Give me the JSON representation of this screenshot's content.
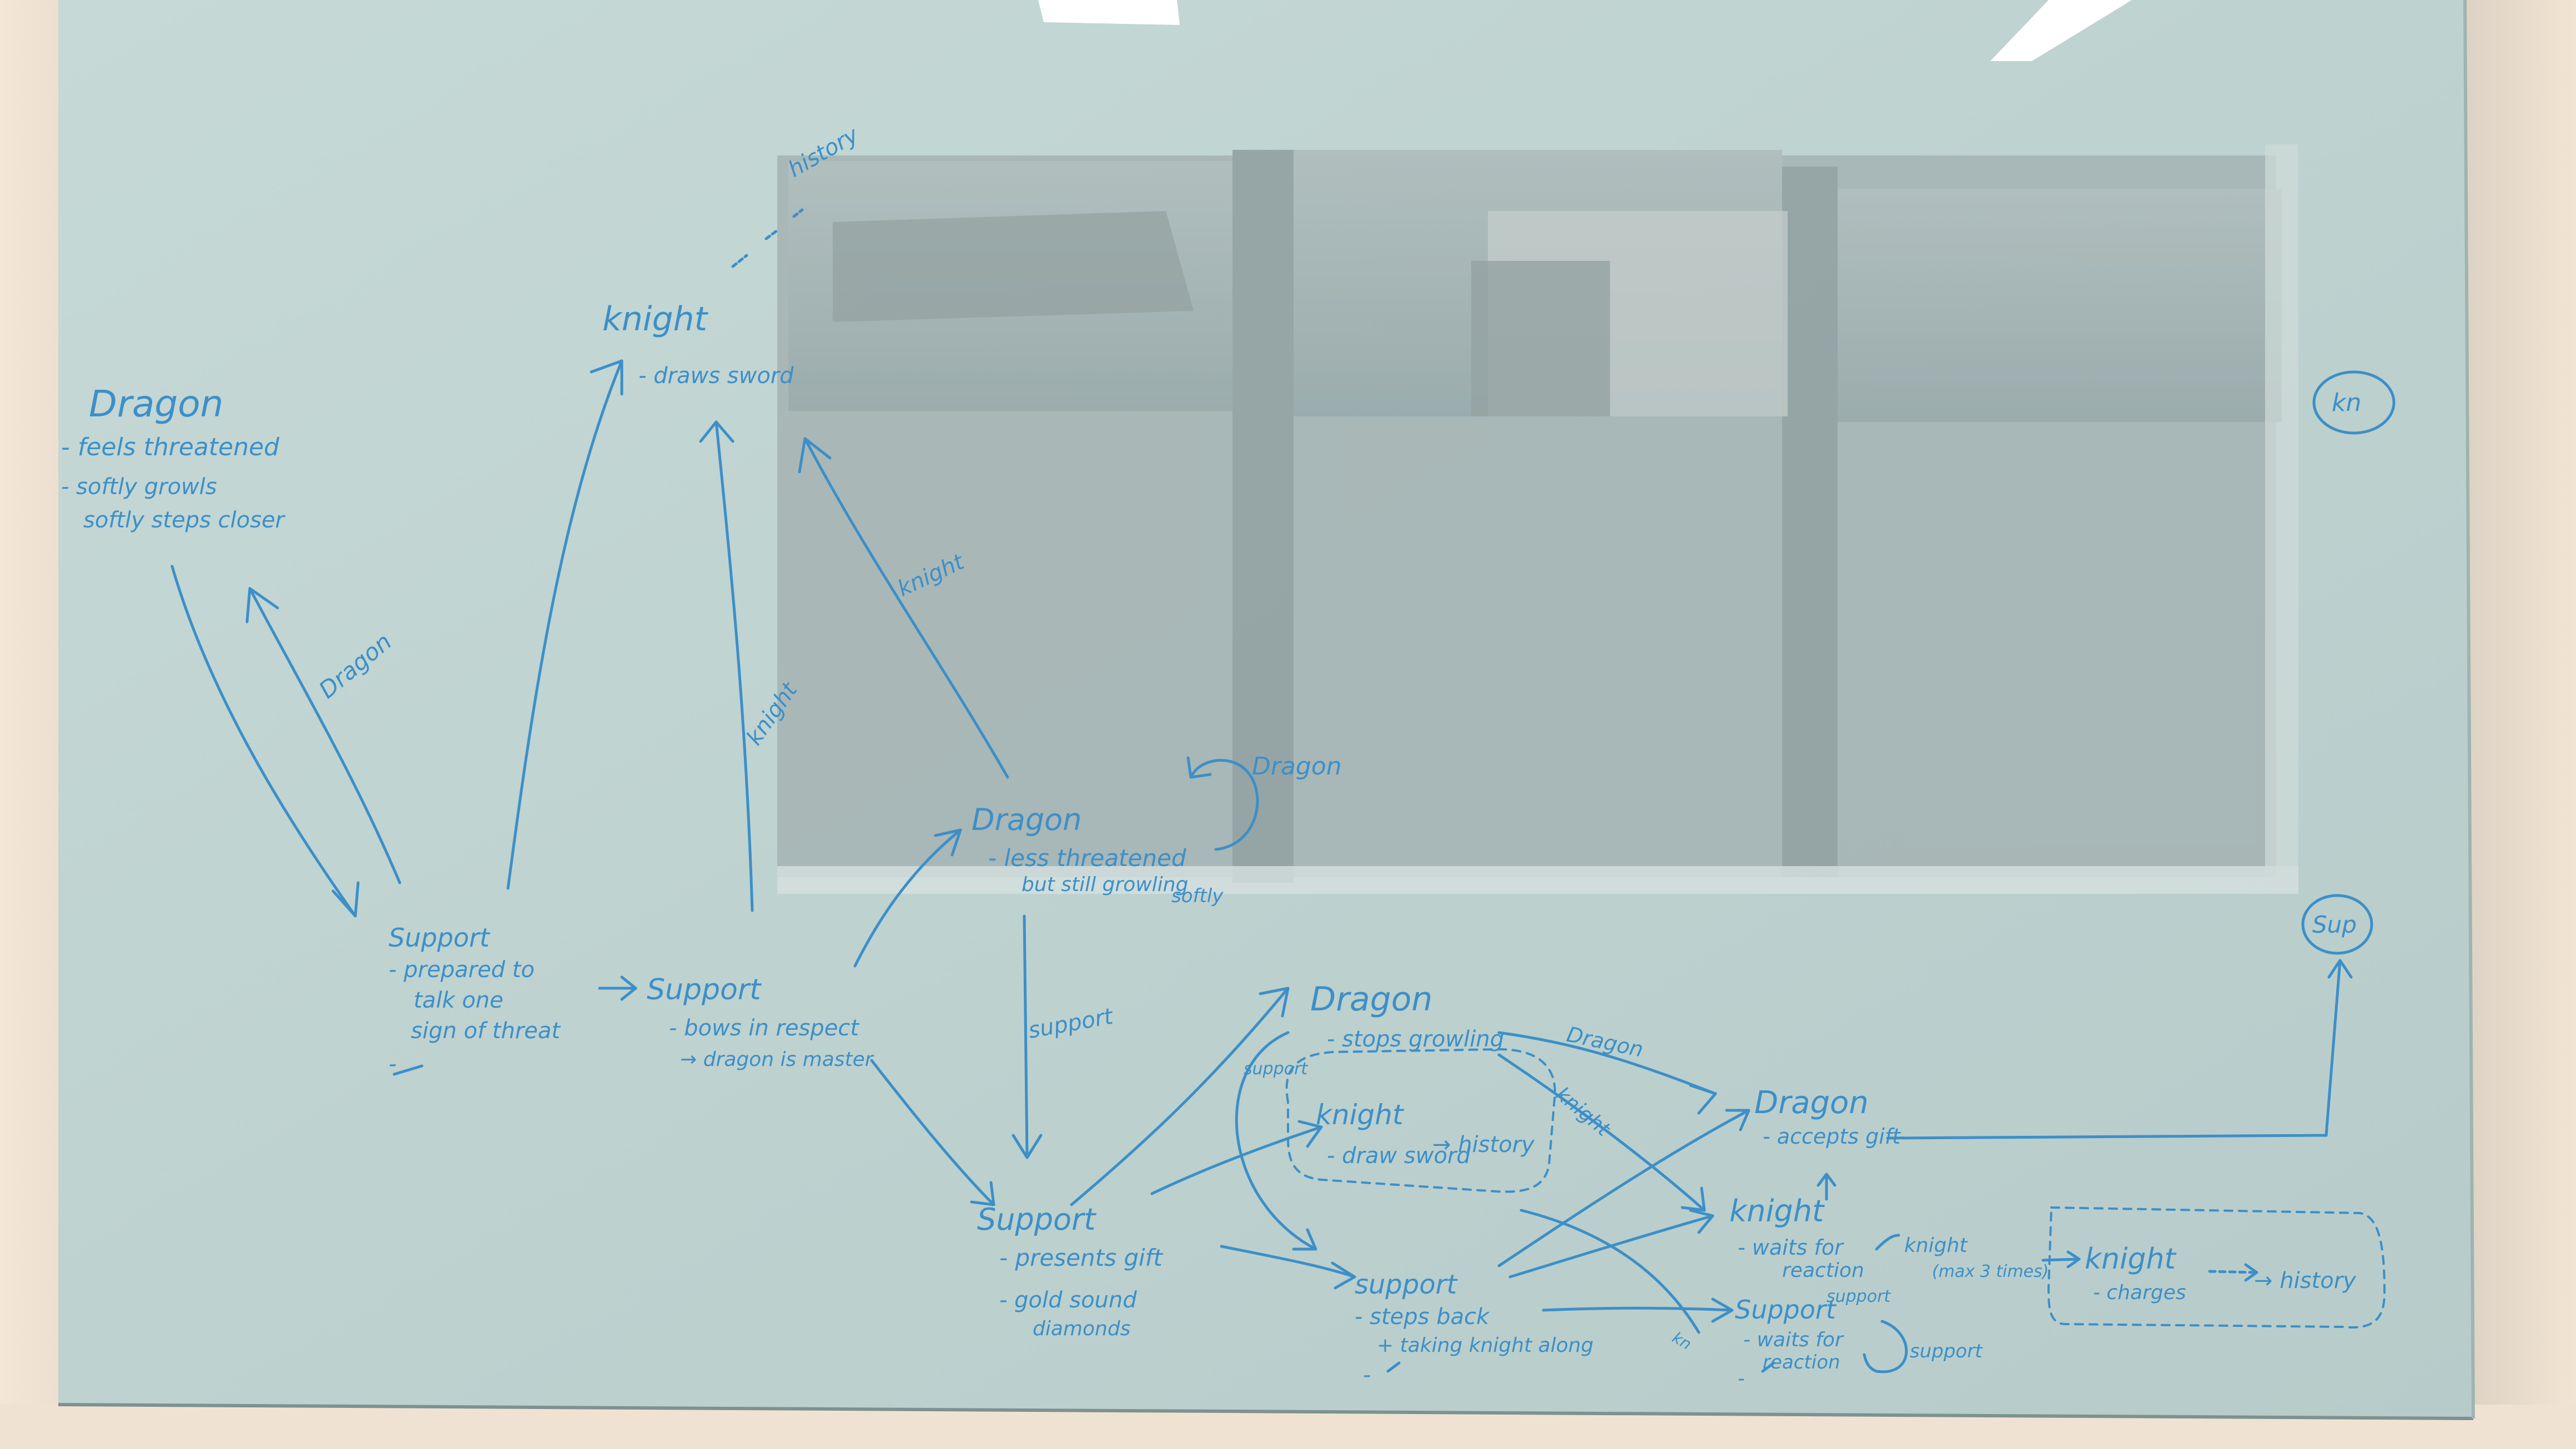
{
  "scene": {
    "colors": {
      "wall": "#f1e7dc",
      "board_glass": "#c3d7d4",
      "window_reflection": "#93a3a4",
      "ink": "#3d8fc7"
    },
    "content_type": "whiteboard state-transition diagram"
  },
  "labels": {
    "dragon1_title": "Dragon",
    "dragon1_line1": "- feels threatened",
    "dragon1_line2": "- softly growls",
    "dragon1_line3": "softly steps closer",
    "edge_dragon_up": "Dragon",
    "support1_title": "Support",
    "support1_line1": "- prepared to",
    "support1_line2": "talk one",
    "support1_line3": "sign of threat",
    "support1_line4": "-",
    "knight1_title": "knight",
    "knight1_line1": "- draws sword",
    "history_top": "history",
    "edge_knight_mid": "knight",
    "edge_knight_right": "knight",
    "support2_title": "Support",
    "support2_line1": "- bows in respect",
    "support2_line2": "→ dragon is master",
    "dragon2_title": "Dragon",
    "dragon2_line1": "- less threatened",
    "dragon2_line2": "but still growling",
    "dragon2_line3": "softly",
    "loop_dragon": "Dragon",
    "edge_support_down": "support",
    "dragon3_title": "Dragon",
    "dragon3_line1": "- stops growling",
    "edge_dragon3": "Dragon",
    "edge_knight3": "knight",
    "edge_support_arc": "support",
    "knight2_title": "knight",
    "knight2_line1": "- draw sword",
    "history_mid": "→ history",
    "support3_title": "Support",
    "support3_line1": "- presents gift",
    "support3_line2": "- gold sound",
    "support3_line3": "diamonds",
    "support4_title": "support",
    "support4_line1": "- steps back",
    "support4_line2": "+ taking knight along",
    "support4_line3": "-",
    "dragon4_title": "Dragon",
    "dragon4_line1": "- accepts gift",
    "knight3_title": "knight",
    "knight3_line1": "- waits for",
    "knight3_line2": "reaction",
    "edge_knight_max": "knight",
    "edge_max_times": "(max 3 times)",
    "edge_support_small": "support",
    "support5_title": "Support",
    "support5_line1": "- waits for",
    "support5_line2": "reaction",
    "support5_line3": "-",
    "loop_support": "support",
    "knight4_title": "knight",
    "knight4_line1": "- charges",
    "history_end": "→ history",
    "edge_knight_small": "kn",
    "circle_kn": "kn",
    "circle_sup": "Sup"
  }
}
